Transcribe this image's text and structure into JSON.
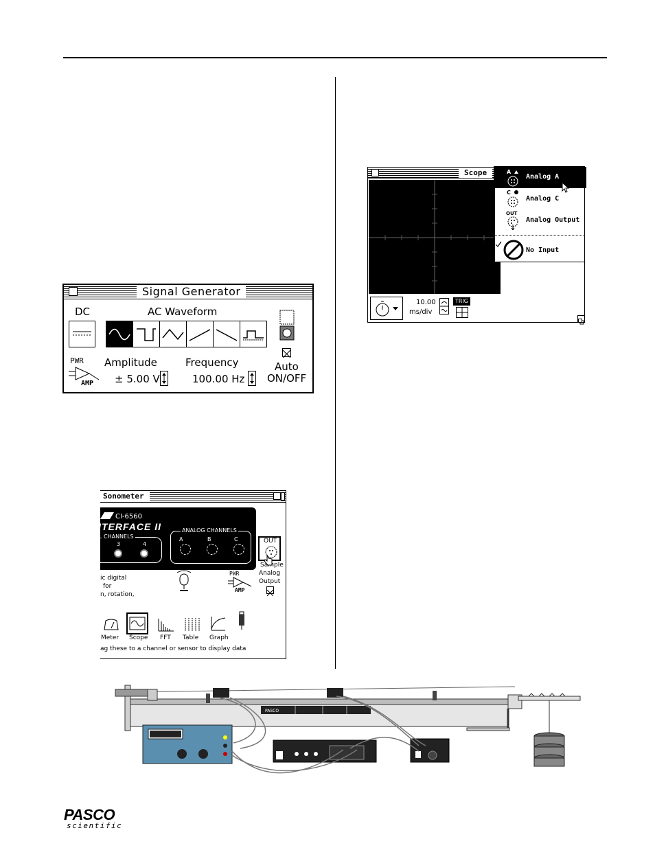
{
  "signal_generator": {
    "title": "Signal Generator",
    "dc_label": "DC",
    "ac_label": "AC Waveform",
    "amplitude_label": "Amplitude",
    "amplitude_value": "± 5.00 V",
    "frequency_label": "Frequency",
    "frequency_value": "100.00 Hz",
    "pwr_label": "PWR",
    "amp_label": "AMP",
    "auto_label": "Auto",
    "onoff_label": "ON/OFF"
  },
  "scope": {
    "title": "Scope",
    "timebase_value": "10.00",
    "timebase_unit": "ms/div",
    "trig_label": "TRIG",
    "menu": [
      {
        "label": "Analog A",
        "tag": "A",
        "selected": true
      },
      {
        "label": "Analog C",
        "tag": "C",
        "selected": false
      },
      {
        "label": "Analog Output",
        "tag": "OUT",
        "selected": false
      },
      {
        "label": "No Input",
        "tag": "",
        "selected": false,
        "checked": true
      }
    ]
  },
  "sonometer": {
    "title": "Sonometer",
    "model": "CI-6560",
    "interface_name": "INTERFACE II",
    "digital_channels_label": "L CHANNELS",
    "digital_channel_numbers": [
      "3",
      "4"
    ],
    "analog_channels_label": "ANALOG CHANNELS",
    "analog_channel_tags": [
      "A",
      "B",
      "C"
    ],
    "out_label": "OUT",
    "output_caption": [
      "Sample",
      "Analog",
      "Output"
    ],
    "digital_desc": [
      "ic digital",
      "for",
      "n, rotation,"
    ],
    "pwr_label": "PWR",
    "amp_label": "AMP",
    "displays": [
      "Meter",
      "Scope",
      "FFT",
      "Table",
      "Graph"
    ],
    "drag_hint": "ag these to a channel or sensor to display data"
  },
  "apparatus": {
    "device_label": "PASCO"
  },
  "footer": {
    "logo_main": "PASCO",
    "logo_sub": "scientific"
  }
}
